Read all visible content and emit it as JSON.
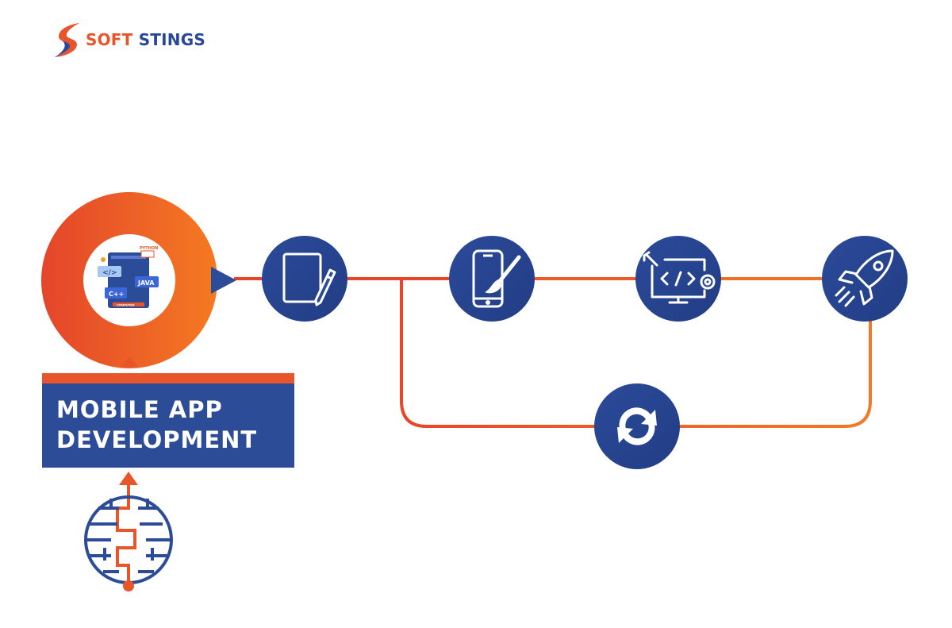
{
  "brand": {
    "name_part1": "SOFT",
    "name_part2": "STINGS"
  },
  "title": {
    "line1": "MOBILE APP",
    "line2": "DEVELOPMENT"
  },
  "center_icon": {
    "labels": {
      "python": "PYTHON",
      "code": "</>",
      "java": "JAVA",
      "cpp": "C++",
      "computer": "COMPUTER"
    }
  },
  "stages": [
    {
      "id": "planning",
      "icon": "tablet-pen-icon"
    },
    {
      "id": "design",
      "icon": "phone-paintbrush-icon"
    },
    {
      "id": "development",
      "icon": "monitor-code-gear-icon"
    },
    {
      "id": "launch",
      "icon": "rocket-icon"
    },
    {
      "id": "iteration",
      "icon": "refresh-cycle-icon"
    }
  ],
  "start_icon": "globe-maze-icon",
  "colors": {
    "navy": "#2d4c98",
    "orange": "#e8552a",
    "orange_light": "#f37a22",
    "white": "#ffffff"
  }
}
